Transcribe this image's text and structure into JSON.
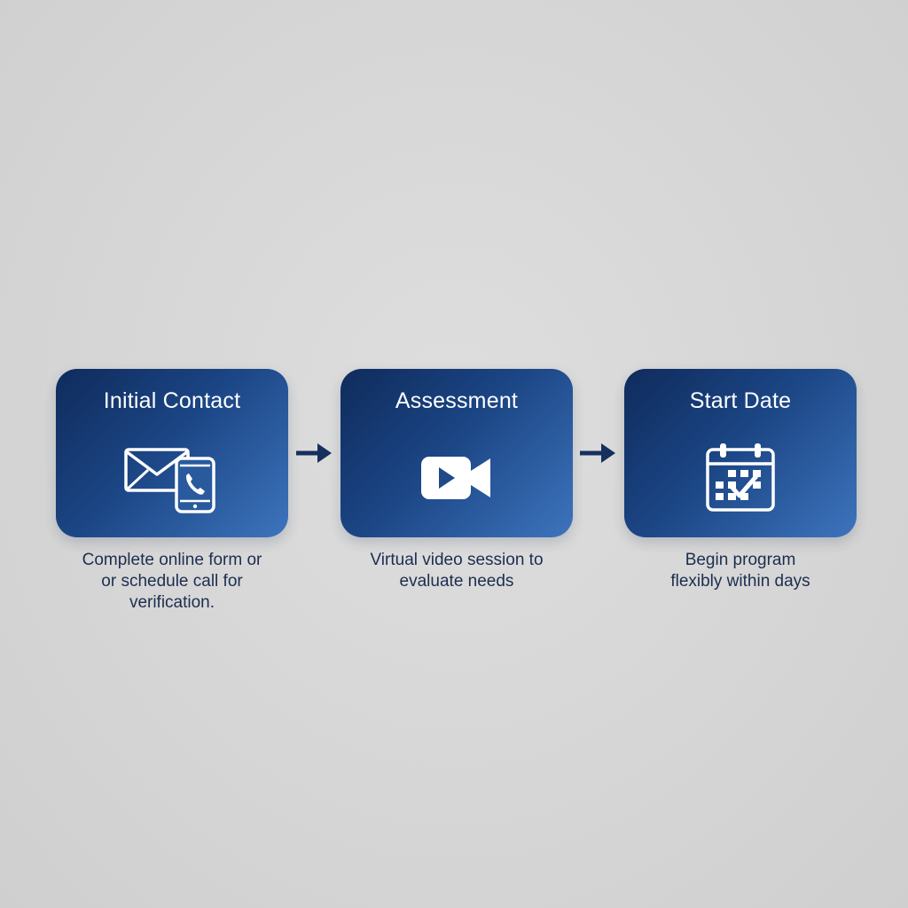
{
  "steps": [
    {
      "title": "Initial Contact",
      "icon": "envelope-phone-icon",
      "description": [
        "Complete online form or",
        "or schedule call for",
        "verification."
      ]
    },
    {
      "title": "Assessment",
      "icon": "video-camera-icon",
      "description": [
        "Virtual video session to",
        "evaluate needs"
      ]
    },
    {
      "title": "Start Date",
      "icon": "calendar-check-icon",
      "description": [
        "Begin program",
        "flexibly within days"
      ]
    }
  ],
  "colors": {
    "card_dark": "#0f2b5c",
    "card_light": "#3d74bd",
    "arrow": "#16305e",
    "text": "#1c2e4f",
    "background": "#d6d6d6"
  }
}
